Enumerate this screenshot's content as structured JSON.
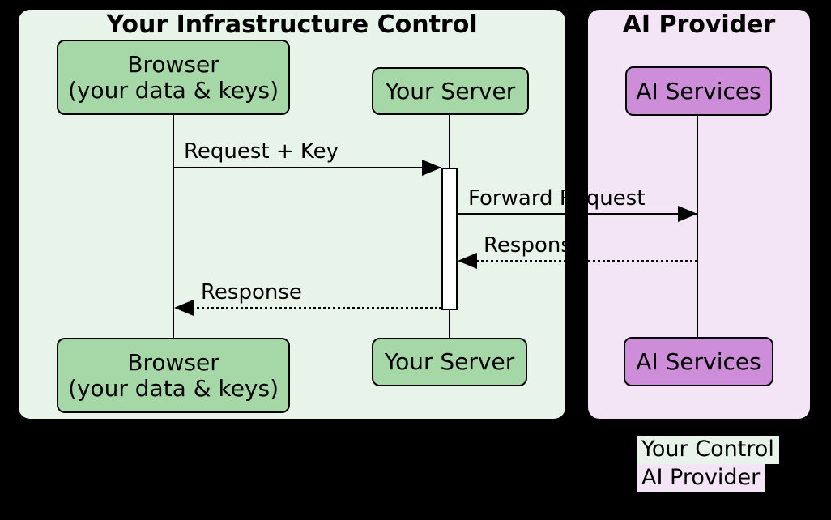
{
  "frames": {
    "left": {
      "title": "Your Infrastructure Control",
      "bg_color": "#e8f4e9"
    },
    "right": {
      "title": "AI Provider",
      "bg_color": "#f3e5f6"
    }
  },
  "actors": {
    "browser": {
      "line1": "Browser",
      "line2": "(your data & keys)",
      "bg_color": "#a6d7a7"
    },
    "server": {
      "label": "Your Server",
      "bg_color": "#a6d7a7"
    },
    "ai": {
      "label": "AI Services",
      "bg_color": "#cd8dd8"
    }
  },
  "messages": [
    {
      "label": "Request + Key",
      "from": "Browser",
      "to": "Your Server",
      "line_style": "solid"
    },
    {
      "label": "Forward Request",
      "from": "Your Server",
      "to": "AI Services",
      "line_style": "solid"
    },
    {
      "label": "Response",
      "from": "AI Services",
      "to": "Your Server",
      "line_style": "dotted"
    },
    {
      "label": "Response",
      "from": "Your Server",
      "to": "Browser",
      "line_style": "dotted"
    }
  ],
  "legend": {
    "rows": [
      {
        "label": "Your Control",
        "bg_color": "#e8f4e9"
      },
      {
        "label": "AI Provider",
        "bg_color": "#f3e5f6"
      }
    ]
  },
  "colors": {
    "page_background": "#000000",
    "line_color": "#000000",
    "activation_fill": "#ffffff",
    "actor_green": "#a6d7a7",
    "actor_purple": "#cd8dd8",
    "frame_green": "#e8f4e9",
    "frame_purple": "#f3e5f6"
  }
}
